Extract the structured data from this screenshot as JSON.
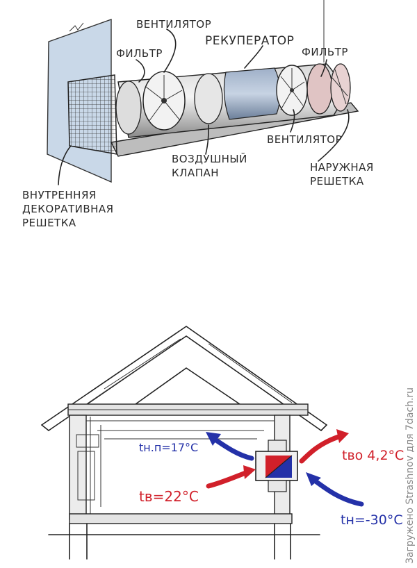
{
  "device": {
    "labels": {
      "fan_top": "ВЕНТИЛЯТОР",
      "recuperator": "РЕКУПЕРАТОР",
      "filter_left": "ФИЛЬТР",
      "filter_right": "ФИЛЬТР",
      "fan_bottom": "ВЕНТИЛЯТОР",
      "air_valve_1": "ВОЗДУШНЫЙ",
      "air_valve_2": "КЛАПАН",
      "outer_grille_1": "НАРУЖНАЯ",
      "outer_grille_2": "РЕШЕТКА",
      "inner_grille_1": "ВНУТРЕННЯЯ",
      "inner_grille_2": "ДЕКОРАТИВНАЯ",
      "inner_grille_3": "РЕШЕТКА"
    }
  },
  "house": {
    "temps": {
      "supply": "tн.п=17°C",
      "indoor": "tв=22°C",
      "exhaust": "tвo 4,2°C",
      "outdoor": "tн=-30°C"
    },
    "colors": {
      "cold": "#2431a8",
      "warm": "#d1202a"
    }
  },
  "watermark": "Загружено Strashnov для 7dach.ru"
}
